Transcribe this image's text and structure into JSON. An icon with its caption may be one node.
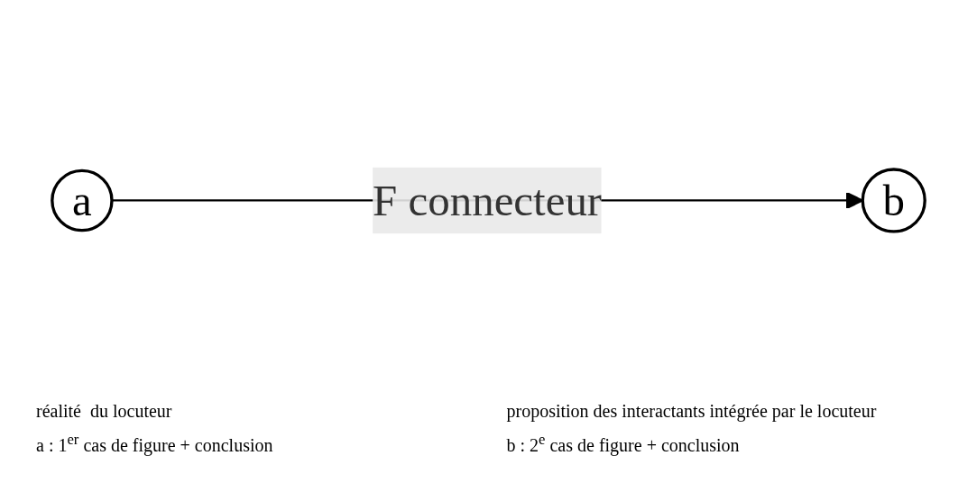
{
  "diagram": {
    "nodes": [
      {
        "text": [
          "a"
        ]
      },
      {
        "text": [
          "b"
        ]
      }
    ],
    "edges": [
      {
        "from": 0,
        "to": 1,
        "arrow": "to",
        "label": "F connecteur"
      }
    ],
    "labels": [
      "réalité  du locuteur",
      "proposition des interactants intégrée par le locuteur",
      "a : 1$^{er}$ cas de figure + conclusion",
      "b : 2$^{e}$ cas de figure + conclusion"
    ]
  }
}
